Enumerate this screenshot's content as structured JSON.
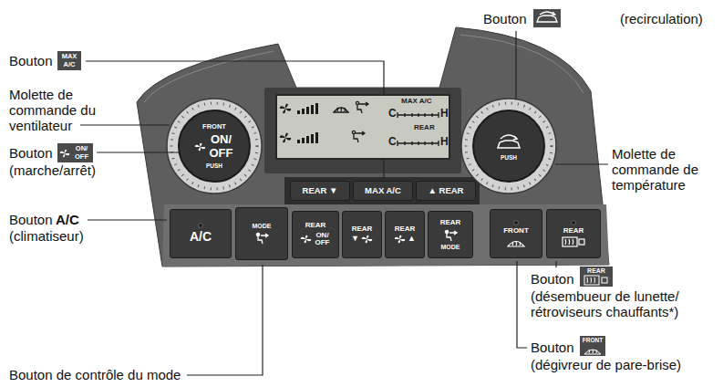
{
  "diagram": {
    "nodes": [
      {
        "text": [
          "FRONT",
          "ON/ OFF",
          "PUSH"
        ]
      },
      {
        "text": [
          "MAX A/C",
          "C",
          "H",
          "REAR",
          "C",
          "H"
        ]
      },
      {
        "text": [
          "PUSH"
        ]
      },
      {
        "text": [
          "REAR ▼"
        ]
      },
      {
        "text": [
          "MAX A/C"
        ]
      },
      {
        "text": [
          "▲ REAR"
        ]
      },
      {
        "text": [
          "A/C"
        ]
      },
      {
        "text": [
          "MODE"
        ]
      },
      {
        "text": [
          "REAR",
          "ON/ OFF"
        ]
      },
      {
        "text": [
          "REAR",
          "▼"
        ]
      },
      {
        "text": [
          "REAR",
          "▲"
        ]
      },
      {
        "text": [
          "REAR",
          "MODE"
        ]
      },
      {
        "text": [
          "FRONT"
        ]
      },
      {
        "text": [
          "REAR"
        ]
      }
    ],
    "labels": [
      "Bouton",
      "MAX A/C",
      "Molette de commande du ventilateur",
      "Bouton",
      "ON/ OFF",
      "(marche/arrêt)",
      "Bouton",
      "A/C",
      "(climatiseur)",
      "Bouton de contrôle du mode",
      "Bouton",
      "(recirculation)",
      "Molette de commande de température",
      "Bouton",
      "REAR",
      "(désembueur de lunette/ rétroviseurs chauffants*)",
      "Bouton",
      "FRONT",
      "(dégivreur de pare-brise)"
    ]
  }
}
